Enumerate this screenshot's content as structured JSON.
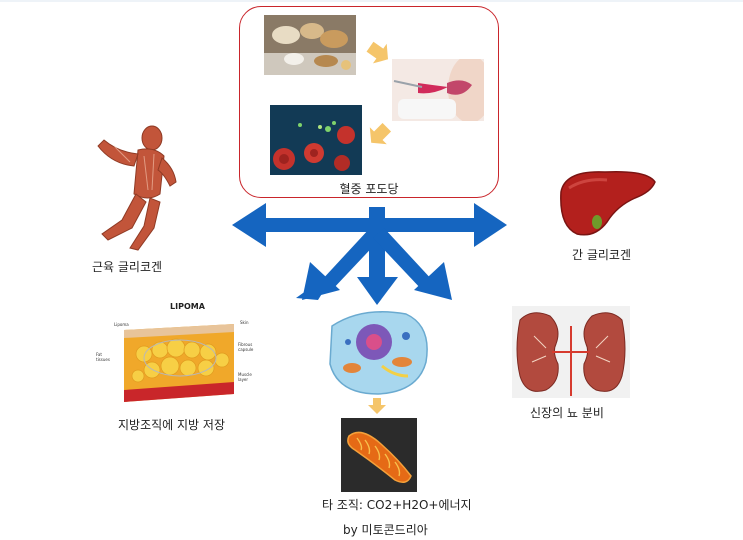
{
  "center": {
    "label": "혈중 포도당"
  },
  "muscle": {
    "label": "근육 글리코겐"
  },
  "liver": {
    "label": "간 글리코겐"
  },
  "fat": {
    "label": "지방조직에 지방 저장",
    "title": "LIPOMA",
    "callouts": [
      "Lipoma",
      "Fat tissues",
      "Skin",
      "Fibrous capsule",
      "Muscle layer"
    ]
  },
  "kidney": {
    "label": "신장의 뇨 분비"
  },
  "tissue": {
    "label_line1": "타 조직: CO2+H2O+에너지",
    "label_line2": "by 미토콘드리아"
  },
  "colors": {
    "arrow_blue": "#1565c0",
    "box_border": "#c9252b",
    "small_arrow": "#f5c56a"
  }
}
